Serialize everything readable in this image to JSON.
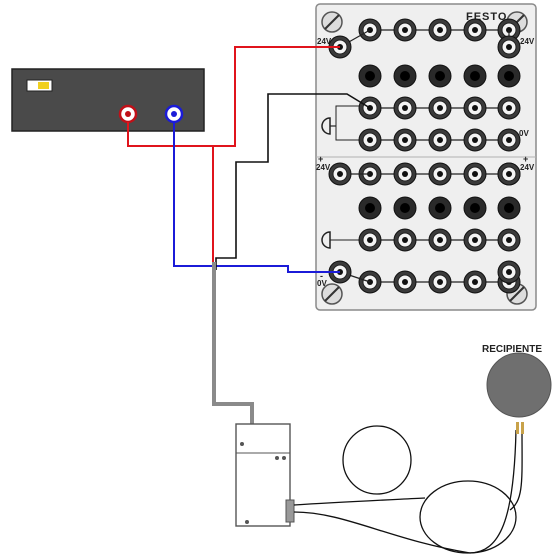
{
  "board": {
    "brand": "FESTO",
    "label_24v": "24V",
    "label_0v": "0V",
    "label_plus": "+",
    "label_minus": "-"
  },
  "recipient": {
    "label": "RECIPIENTE"
  },
  "colors": {
    "red_wire": "#e0141c",
    "blue_wire": "#1b1bd8",
    "black_wire": "#111111",
    "gray_cable": "#8a8a8a",
    "panel": "#efefef",
    "power_supply": "#4a4a4a",
    "recipient_fill": "#6f6f6f"
  }
}
